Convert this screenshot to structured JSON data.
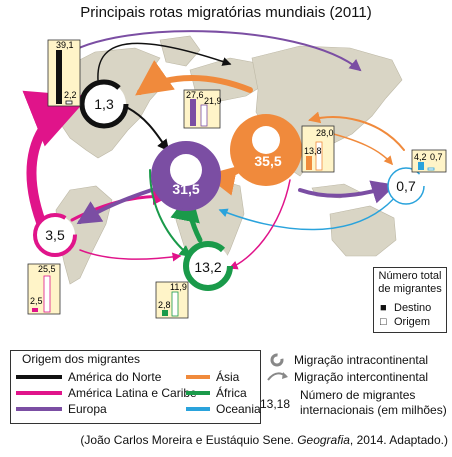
{
  "title": "Principais rotas migratórias mundiais (2011)",
  "source_prefix": "(João Carlos Moreira e Eustáquio Sene. ",
  "source_italic": "Geografia",
  "source_suffix": ", 2014. Adaptado.)",
  "colors": {
    "north_america": "#111111",
    "latin_america": "#e0148a",
    "europe": "#7b4ea3",
    "asia": "#f08a3c",
    "africa": "#1a9a4a",
    "oceania": "#2aa3dc",
    "land": "#d9d5c5",
    "water": "#ffffff"
  },
  "regions": {
    "north_america": {
      "total": "1,3",
      "destino": "39,1",
      "origem": "2,2"
    },
    "latin_america": {
      "total": "3,5",
      "destino": "2,5",
      "origem": "25,5"
    },
    "europe": {
      "total": "31,5",
      "destino": "27,6",
      "origem": "21,9"
    },
    "asia": {
      "total": "35,5",
      "destino": "13,8",
      "origem": "28,0"
    },
    "africa": {
      "total": "13,2",
      "destino": "2,8",
      "origem": "11,9"
    },
    "oceania": {
      "total": "0,7",
      "destino": "4,2",
      "origem": "0,7"
    }
  },
  "bar_values": {
    "north_america": {
      "destino": 39.1,
      "origem": 2.2
    },
    "latin_america": {
      "destino": 2.5,
      "origem": 25.5
    },
    "europe": {
      "destino": 27.6,
      "origem": 21.9
    },
    "asia": {
      "destino": 13.8,
      "origem": 28.0
    },
    "africa": {
      "destino": 2.8,
      "origem": 11.9
    },
    "oceania": {
      "destino": 4.2,
      "origem": 0.7
    }
  },
  "inset": {
    "title_line1": "Número total",
    "title_line2": "de migrantes",
    "destino": "Destino",
    "origem": "Origem"
  },
  "legend": {
    "heading": "Origem dos migrantes",
    "items": {
      "north_america": "América do Norte",
      "latin_america": "América Latina e Caribe",
      "europe": "Europa",
      "asia": "Ásia",
      "africa": "África",
      "oceania": "Oceania"
    },
    "intra": "Migração intracontinental",
    "inter": "Migração intercontinental",
    "number_example": "13,18",
    "number_desc_line1": "Número de migrantes",
    "number_desc_line2": "internacionais (em milhões)"
  }
}
